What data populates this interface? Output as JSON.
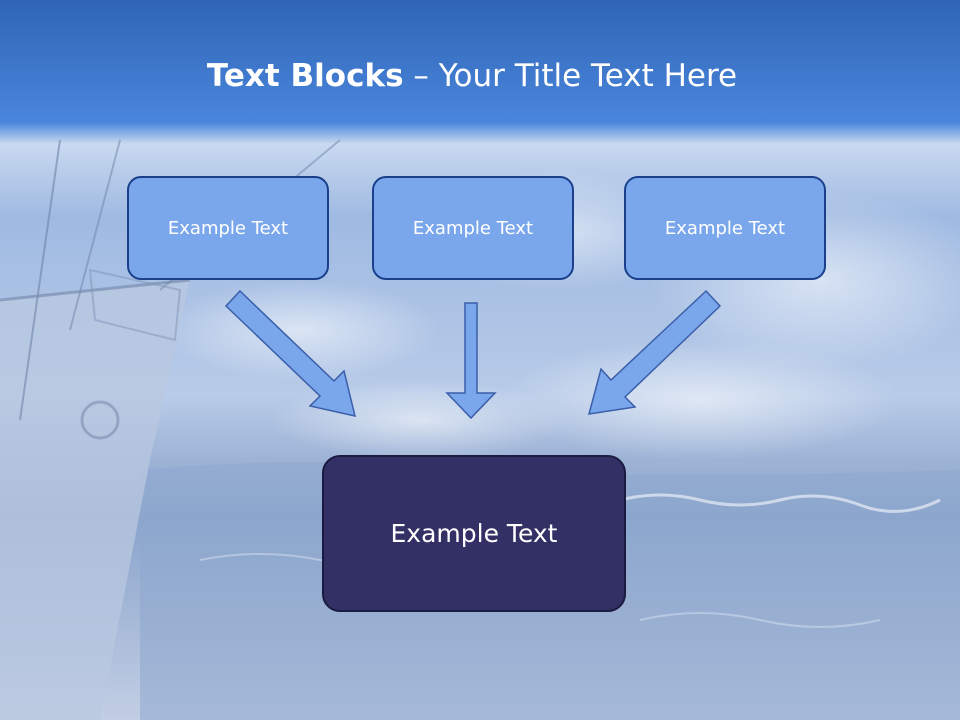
{
  "slide": {
    "title_bold": "Text Blocks",
    "title_dash": " – ",
    "title_rest": "Your Title Text Here"
  },
  "blocks": {
    "top": [
      "Example Text",
      "Example Text",
      "Example Text"
    ],
    "bottom": "Example Text"
  },
  "colors": {
    "header_blue": "#3f78d4",
    "block_fill": "#7aa7ec",
    "block_border": "#1c3f8c",
    "main_block_fill": "#333066",
    "arrow_fill": "#7aa7ec",
    "arrow_stroke": "#3a5ea8"
  }
}
